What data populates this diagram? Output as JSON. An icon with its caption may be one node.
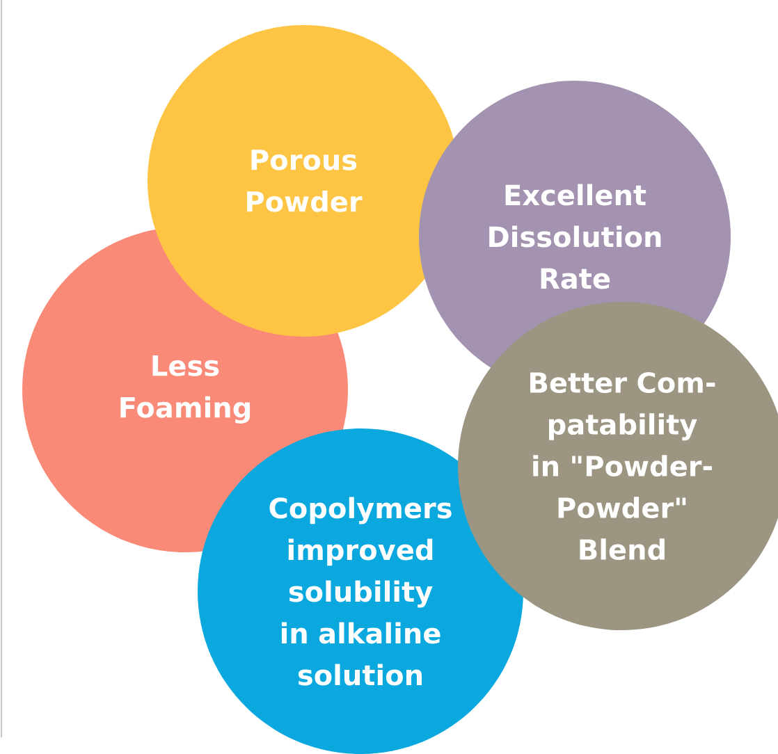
{
  "diagram": {
    "nodes": [
      {
        "text": [
          "Porous Powder"
        ]
      },
      {
        "text": [
          "Excellent Dissolution Rate"
        ]
      },
      {
        "text": [
          "Less Foaming"
        ]
      },
      {
        "text": [
          "Better Com-patability in \"Powder-Powder\" Blend"
        ]
      },
      {
        "text": [
          "Copolymers improved solubility in alkaline solution"
        ]
      }
    ]
  }
}
